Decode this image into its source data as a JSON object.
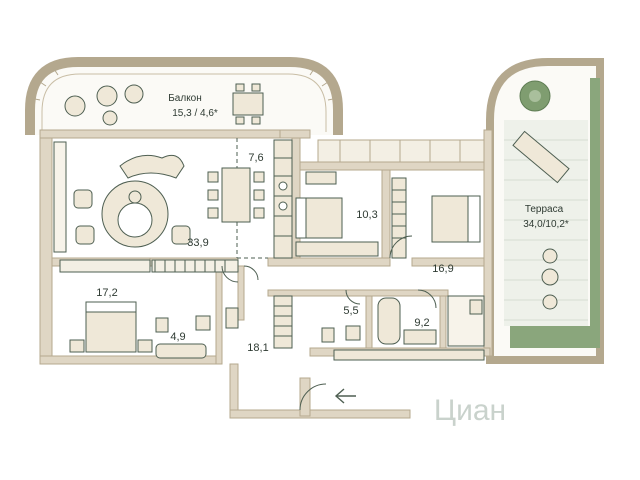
{
  "plan": {
    "colors": {
      "wall": "#dfd6c4",
      "wall_stroke": "#b4a88e",
      "line": "#4e5f52",
      "furniture_fill": "#efe8d8",
      "green": "#6e8f61",
      "terrace_deck": "#eef1ea"
    },
    "balcony": {
      "name": "Балкон",
      "area": "15,3 / 4,6*"
    },
    "terrace": {
      "name": "Терраса",
      "area": "34,0/10,2*"
    },
    "rooms": [
      {
        "id": "living",
        "area": "33,9"
      },
      {
        "id": "kitchen",
        "area": "7,6"
      },
      {
        "id": "bedroom-left",
        "area": "17,2"
      },
      {
        "id": "bath-left",
        "area": "4,9"
      },
      {
        "id": "hall",
        "area": "18,1"
      },
      {
        "id": "wc",
        "area": "5,5"
      },
      {
        "id": "bath-right",
        "area": "9,2"
      },
      {
        "id": "bedroom-small",
        "area": "10,3"
      },
      {
        "id": "bedroom-right",
        "area": "16,9"
      }
    ],
    "entrance_icon": "arrow-left-icon",
    "watermark": "Циан"
  }
}
